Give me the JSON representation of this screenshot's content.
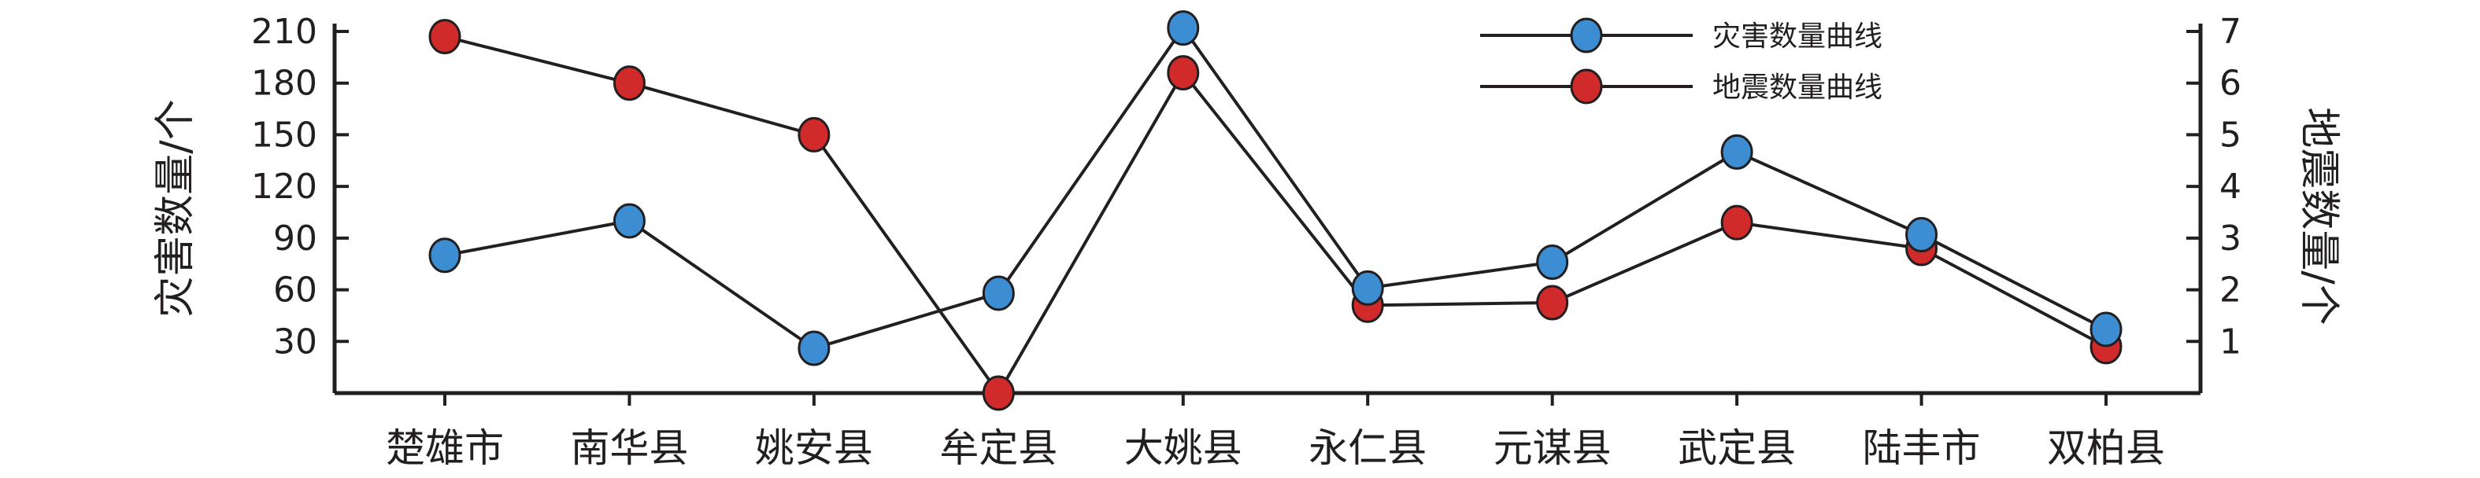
{
  "chart_data": {
    "type": "line",
    "categories": [
      "楚雄市",
      "南华县",
      "姚安县",
      "牟定县",
      "大姚县",
      "永仁县",
      "元谋县",
      "武定县",
      "陆丰市",
      "双柏县"
    ],
    "series": [
      {
        "name": "灾害数量曲线",
        "axis": "left",
        "color": "#3c8dd2",
        "values": [
          80,
          100,
          26,
          58,
          212,
          61,
          76,
          140,
          92,
          37
        ]
      },
      {
        "name": "地震数量曲线",
        "axis": "right",
        "color": "#d12a2a",
        "values": [
          6.9,
          6.0,
          5.0,
          0.0,
          6.2,
          1.7,
          1.75,
          3.3,
          2.8,
          0.9
        ]
      }
    ],
    "y_left": {
      "label": "灾害数量/个",
      "ticks": [
        30,
        60,
        90,
        120,
        150,
        180,
        210
      ],
      "range": [
        0,
        210
      ]
    },
    "y_right": {
      "label": "地震数量/个",
      "ticks": [
        1,
        2,
        3,
        4,
        5,
        6,
        7
      ],
      "range": [
        0,
        7
      ]
    },
    "legend_position": "top-right",
    "grid": false
  }
}
